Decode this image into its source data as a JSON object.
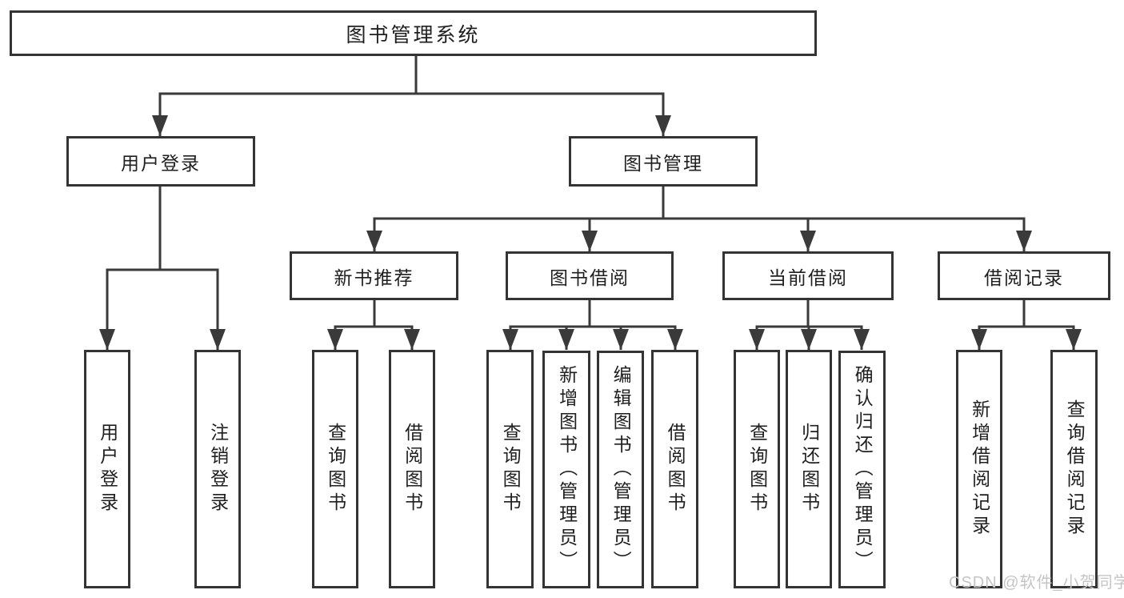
{
  "diagram": {
    "tree": {
      "label": "图书管理系统",
      "children": [
        {
          "label": "用户登录",
          "children": [
            {
              "label": "用户登录"
            },
            {
              "label": "注销登录"
            }
          ]
        },
        {
          "label": "图书管理",
          "children": [
            {
              "label": "新书推荐",
              "children": [
                {
                  "label": "查询图书"
                },
                {
                  "label": "借阅图书"
                }
              ]
            },
            {
              "label": "图书借阅",
              "children": [
                {
                  "label": "查询图书"
                },
                {
                  "label": "新增图书（管理员）"
                },
                {
                  "label": "编辑图书（管理员）"
                },
                {
                  "label": "借阅图书"
                }
              ]
            },
            {
              "label": "当前借阅",
              "children": [
                {
                  "label": "查询图书"
                },
                {
                  "label": "归还图书"
                },
                {
                  "label": "确认归还（管理员）"
                }
              ]
            },
            {
              "label": "借阅记录",
              "children": [
                {
                  "label": "新增借阅记录"
                },
                {
                  "label": "查询借阅记录"
                }
              ]
            }
          ]
        }
      ]
    },
    "colors": {
      "line": "#3a3a3a",
      "box_border": "#343434",
      "box_fill": "#ffffff",
      "text": "#1f1f1f",
      "watermark_text": "#c5c5c5",
      "background": "#ffffff"
    }
  },
  "watermark": {
    "text": "CSDN @软件_小贺同学"
  }
}
